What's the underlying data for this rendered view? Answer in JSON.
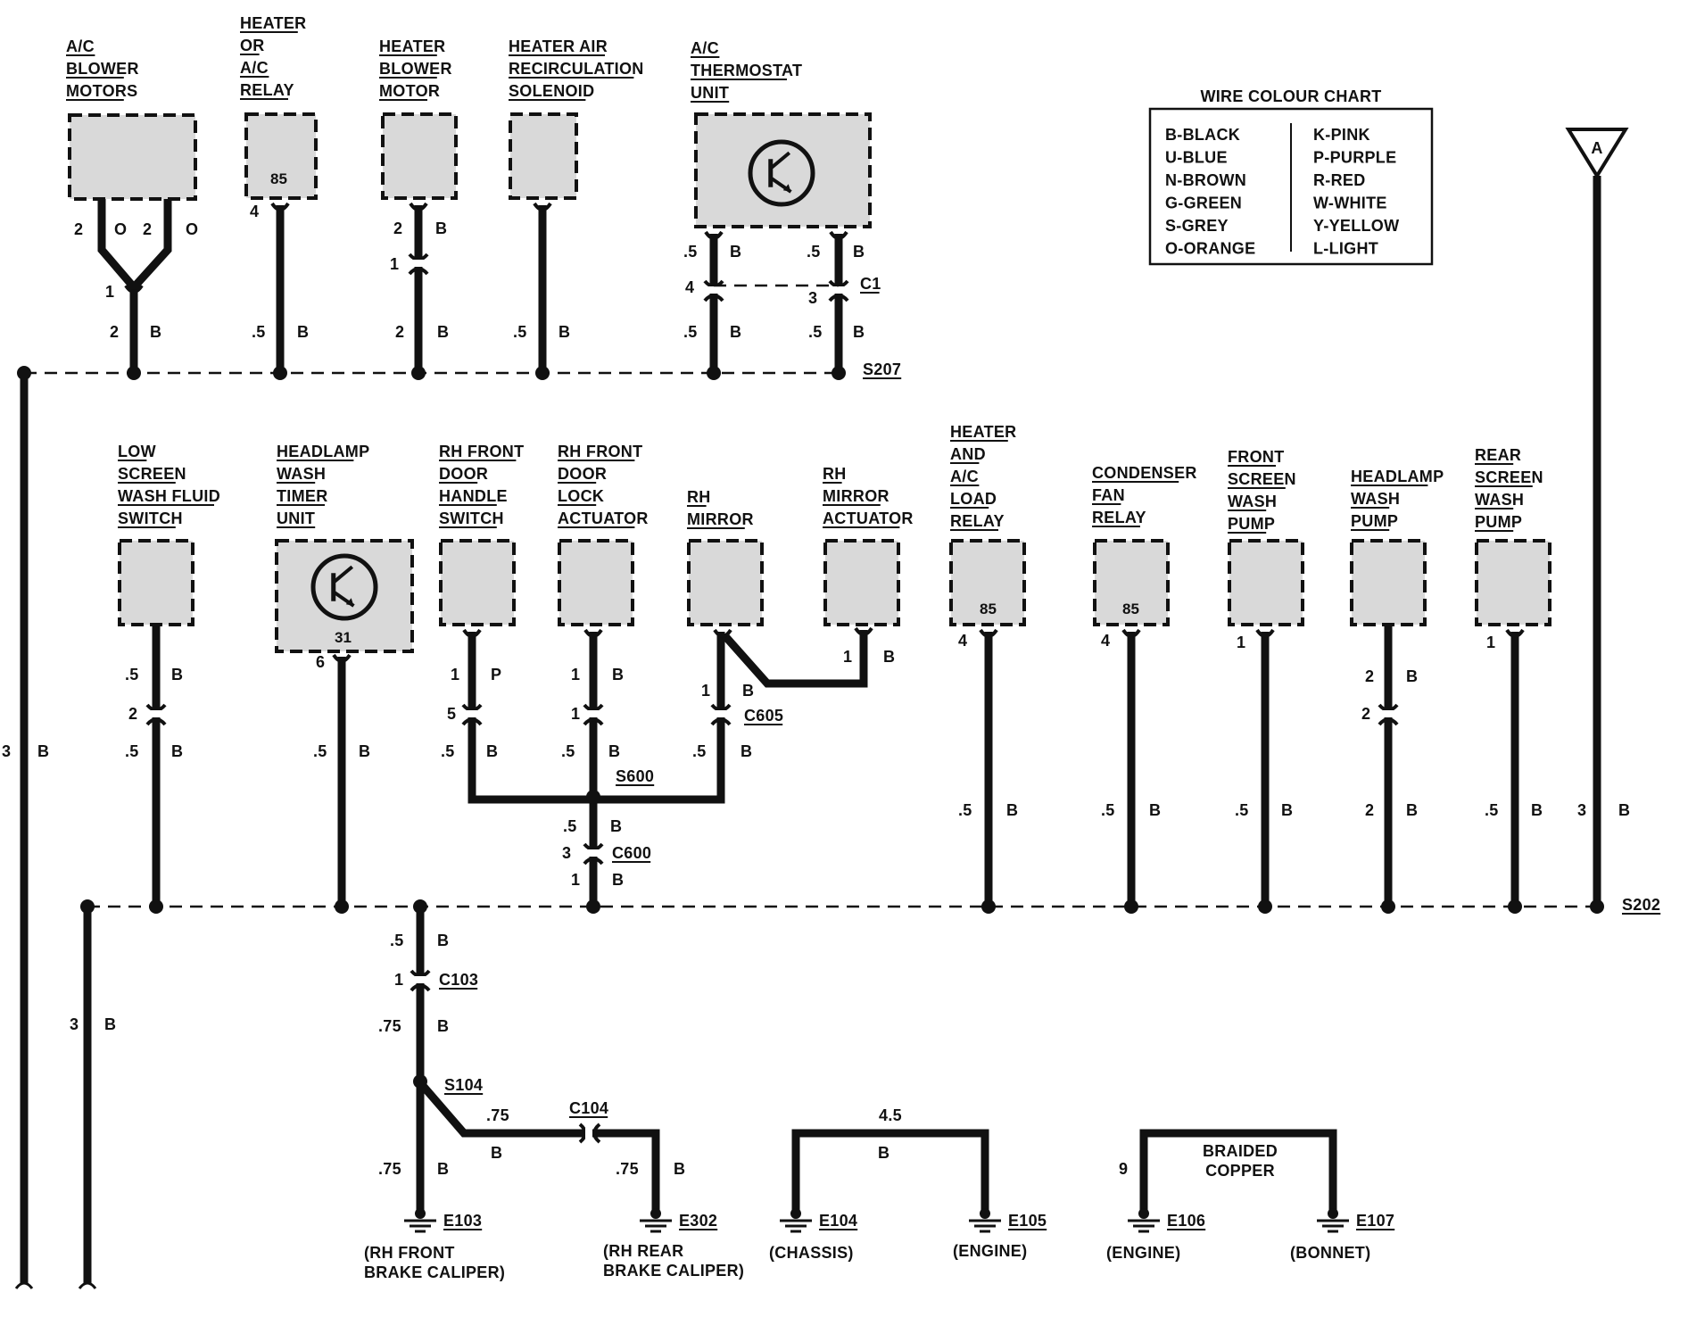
{
  "components": [
    {
      "id": "ac-blower",
      "label": [
        "A/C",
        "BLOWER",
        "MOTORS"
      ]
    },
    {
      "id": "heater-ac-relay",
      "label": [
        "HEATER",
        "OR",
        "A/C",
        "RELAY"
      ],
      "inside": "85"
    },
    {
      "id": "heater-blower",
      "label": [
        "HEATER",
        "BLOWER",
        "MOTOR"
      ]
    },
    {
      "id": "recirc-solenoid",
      "label": [
        "HEATER AIR",
        "RECIRCULATION",
        "SOLENOID"
      ]
    },
    {
      "id": "ac-thermostat",
      "label": [
        "A/C",
        "THERMOSTAT",
        "UNIT"
      ]
    },
    {
      "id": "low-screen",
      "label": [
        "LOW",
        "SCREEN",
        "WASH FLUID",
        "SWITCH"
      ]
    },
    {
      "id": "headlamp-timer",
      "label": [
        "HEADLAMP",
        "WASH",
        "TIMER",
        "UNIT"
      ],
      "inside": "31"
    },
    {
      "id": "rh-door-handle",
      "label": [
        "RH FRONT",
        "DOOR",
        "HANDLE",
        "SWITCH"
      ]
    },
    {
      "id": "rh-door-lock",
      "label": [
        "RH FRONT",
        "DOOR",
        "LOCK",
        "ACTUATOR"
      ]
    },
    {
      "id": "rh-mirror",
      "label": [
        "RH",
        "MIRROR"
      ]
    },
    {
      "id": "rh-mirror-actuator",
      "label": [
        "RH",
        "MIRROR",
        "ACTUATOR"
      ]
    },
    {
      "id": "heater-ac-load-relay",
      "label": [
        "HEATER",
        "AND",
        "A/C",
        "LOAD",
        "RELAY"
      ],
      "inside": "85"
    },
    {
      "id": "condenser-fan-relay",
      "label": [
        "CONDENSER",
        "FAN",
        "RELAY"
      ],
      "inside": "85"
    },
    {
      "id": "front-screen-pump",
      "label": [
        "FRONT",
        "SCREEN",
        "WASH",
        "PUMP"
      ]
    },
    {
      "id": "headlamp-pump",
      "label": [
        "HEADLAMP",
        "WASH",
        "PUMP"
      ]
    },
    {
      "id": "rear-screen-pump",
      "label": [
        "REAR",
        "SCREEN",
        "WASH",
        "PUMP"
      ]
    }
  ],
  "legend": {
    "title": "WIRE COLOUR CHART",
    "left": [
      "B-BLACK",
      "U-BLUE",
      "N-BROWN",
      "G-GREEN",
      "S-GREY",
      "O-ORANGE"
    ],
    "right": [
      "K-PINK",
      "P-PURPLE",
      "R-RED",
      "W-WHITE",
      "Y-YELLOW",
      "L-LIGHT"
    ]
  },
  "connector_a": "A",
  "splices": {
    "s207": "S207",
    "s202": "S202",
    "s600": "S600",
    "s104": "S104"
  },
  "connectors": {
    "c1": "C1",
    "c605": "C605",
    "c600": "C600",
    "c103": "C103",
    "c104": "C104"
  },
  "wire_text": {
    "n2": "2",
    "n1": "1",
    "n3": "3",
    "n4": "4",
    "n5": "5",
    "n6": "6",
    "n9": "9",
    "d5": ".5",
    "d75": ".75",
    "n45": "4.5",
    "B": "B",
    "O": "O",
    "P": "P"
  },
  "braided": [
    "BRAIDED",
    "COPPER"
  ],
  "grounds": [
    {
      "id": "E103",
      "loc": [
        "(RH FRONT",
        "BRAKE CALIPER)"
      ]
    },
    {
      "id": "E302",
      "loc": [
        "(RH REAR",
        "BRAKE CALIPER)"
      ]
    },
    {
      "id": "E104",
      "loc": [
        "(CHASSIS)"
      ]
    },
    {
      "id": "E105",
      "loc": [
        "(ENGINE)"
      ]
    },
    {
      "id": "E106",
      "loc": [
        "(ENGINE)"
      ]
    },
    {
      "id": "E107",
      "loc": [
        "(BONNET)"
      ]
    }
  ]
}
